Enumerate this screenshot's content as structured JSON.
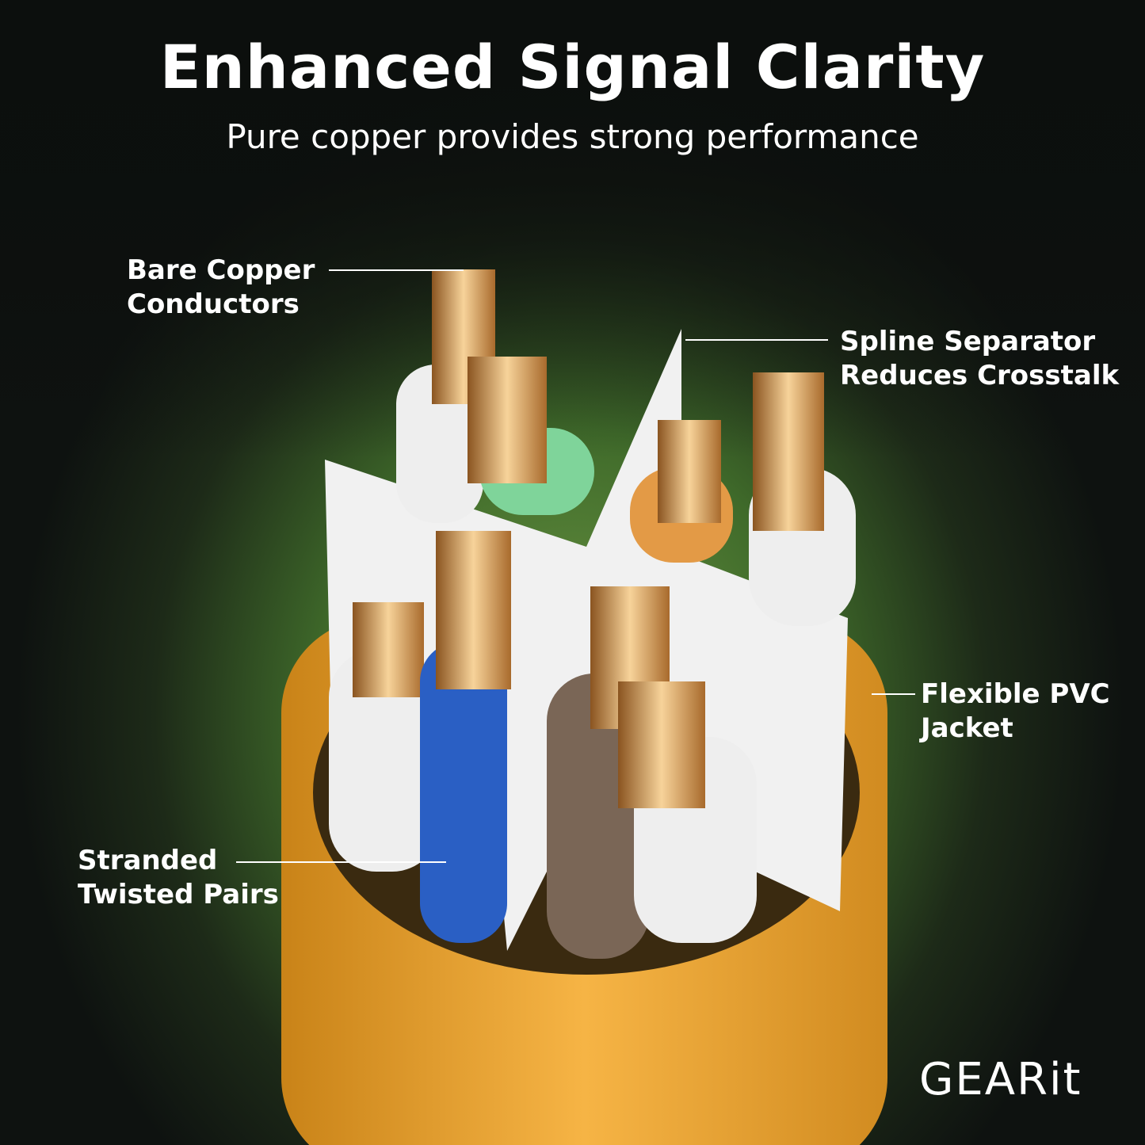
{
  "header": {
    "title": "Enhanced Signal Clarity",
    "subtitle": "Pure copper provides strong performance"
  },
  "callouts": {
    "bare_copper": [
      "Bare Copper",
      "Conductors"
    ],
    "spline": [
      "Spline Separator",
      "Reduces Crosstalk"
    ],
    "jacket": [
      "Flexible PVC",
      "Jacket"
    ],
    "stranded": [
      "Stranded",
      "Twisted Pairs"
    ]
  },
  "brand": {
    "logo": "GEARit"
  },
  "colors": {
    "jacket": "#f0a830",
    "copper": "#d9a05a",
    "green_wire": "#7fd49a",
    "blue_wire": "#2a5fc4",
    "brown_wire": "#7a6656",
    "orange_wire": "#e39a46"
  }
}
